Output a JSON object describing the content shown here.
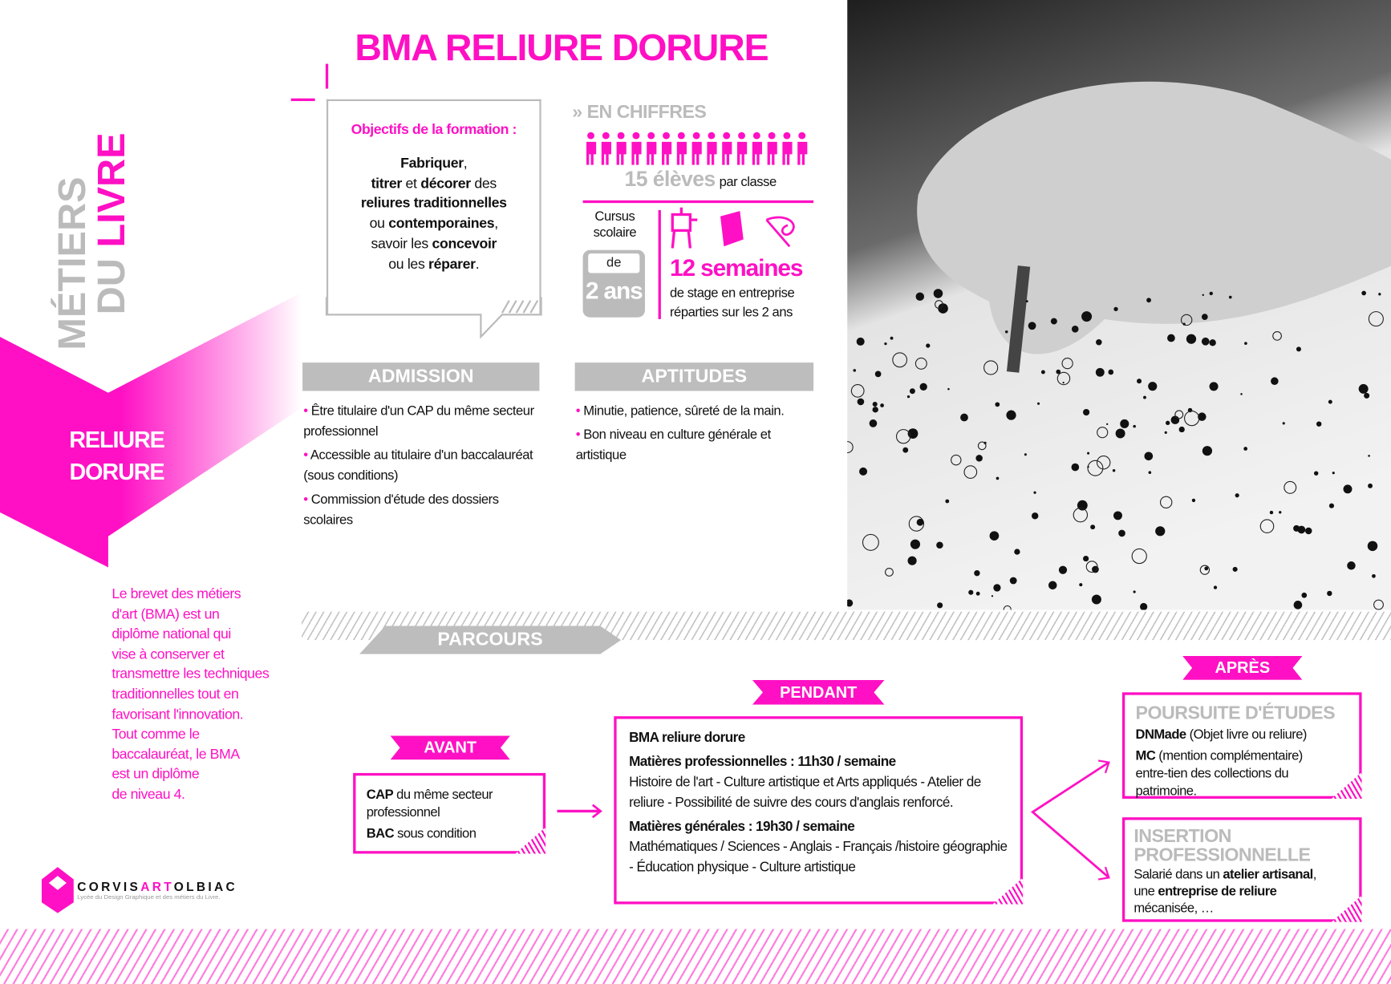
{
  "title": "BMA RELIURE DORURE",
  "side": {
    "metiers": "MÉTIERS",
    "du_livre_du": "DU",
    "du_livre_livre": "LIVRE",
    "reliure": "RELIURE",
    "dorure": "DORURE"
  },
  "intro": [
    "Le brevet des métiers",
    "d'art (BMA) est un",
    "diplôme national qui",
    "vise à conserver et",
    "transmettre les techniques",
    "traditionnelles tout en",
    "favorisant l'innovation.",
    "Tout comme le",
    "baccalauréat, le BMA",
    "est un diplôme",
    "de niveau 4."
  ],
  "objectives": {
    "heading": "Objectifs de la formation :",
    "lines": [
      [
        "Fabriquer",
        ","
      ],
      [
        "titrer",
        " et ",
        "décorer",
        " des"
      ],
      [
        "reliures traditionnelles"
      ],
      [
        "ou ",
        "contemporaines",
        ","
      ],
      [
        "savoir les ",
        "concevoir"
      ],
      [
        "ou les ",
        "réparer",
        "."
      ]
    ]
  },
  "chiffres": {
    "heading": "» EN CHIFFRES",
    "students_count": 15,
    "students": "15 élèves",
    "par_classe": "par classe",
    "cursus": "Cursus scolaire",
    "de": "de",
    "duree": "2 ans",
    "semaines": "12 semaines",
    "stage_l1": "de stage en entreprise",
    "stage_l2": "réparties sur les 2 ans"
  },
  "admission": {
    "title": "ADMISSION",
    "items": [
      "Être titulaire d'un CAP du même secteur professionnel",
      "Accessible au titulaire d'un baccalauréat (sous conditions)",
      "Commission d'étude des dossiers scolaires"
    ]
  },
  "aptitudes": {
    "title": "APTITUDES",
    "items": [
      "Minutie, patience, sûreté de la main.",
      "Bon niveau en culture générale et artistique"
    ]
  },
  "parcours": {
    "title": "PARCOURS",
    "avant": {
      "label": "AVANT",
      "cap": "CAP",
      "cap_rest": " du même secteur professionnel",
      "bac": "BAC",
      "bac_rest": " sous condition"
    },
    "pendant": {
      "label": "PENDANT",
      "name": "BMA reliure dorure",
      "pro_h": "Matières professionnelles : 11h30 / semaine",
      "pro": "Histoire de l'art - Culture artistique et Arts appliqués -  Atelier de reliure - Possibilité de suivre des cours d'anglais renforcé.",
      "gen_h": "Matières générales : 19h30 / semaine",
      "gen": "Mathématiques / Sciences - Anglais - Français /histoire géographie - Éducation physique - Culture artistique"
    },
    "apres": {
      "label": "APRÈS",
      "poursuite": "POURSUITE D'ÉTUDES",
      "dnmade": "DNMade",
      "dnmade_rest": " (Objet livre ou reliure)",
      "mc": "MC",
      "mc_rest": " (mention complémentaire) entre-tien des collections du patrimoine.",
      "insertion": "INSERTION PROFESSIONNELLE",
      "ins_1": "Salarié dans un ",
      "ins_b1": "atelier artisanal",
      "ins_2": ", une ",
      "ins_b2": "entreprise de reliure",
      "ins_3": " mécanisée, …"
    }
  },
  "logo": {
    "name_a": "CORVIS",
    "name_b": "ART",
    "name_c": "OLBIAC",
    "sub": "Lycée du Design Graphique et des métiers du Livre."
  },
  "colors": {
    "accent": "#ff10c4",
    "gray": "#bdbdbd"
  }
}
